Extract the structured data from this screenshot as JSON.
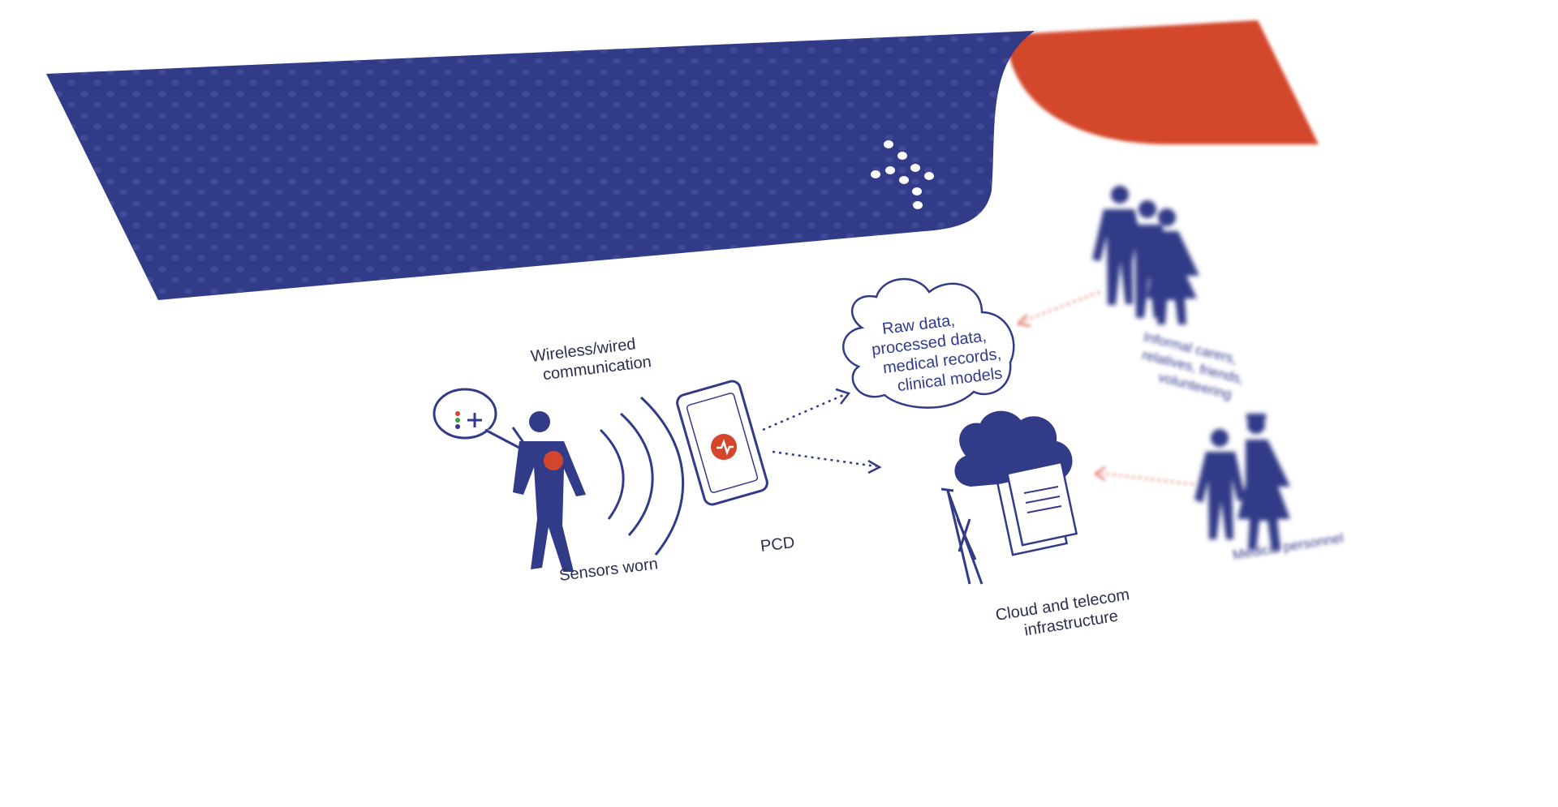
{
  "labels": {
    "communication": [
      "Wireless/wired",
      "communication"
    ],
    "sensors": "Sensors worn",
    "pcd": "PCD",
    "cloud_data": [
      "Raw data,",
      "processed data,",
      "medical records,",
      "clinical models"
    ],
    "infrastructure": [
      "Cloud and telecom",
      "infrastructure"
    ],
    "informal_carers": [
      "Informal carers,",
      "relatives, friends,",
      "volunteering"
    ],
    "medical_personnel": "Medical personnel"
  },
  "colors": {
    "navy": "#323b87",
    "orange": "#d3462b",
    "arrow_blue": "#323b87",
    "arrow_red": "#e0705a"
  },
  "icons": {
    "logo": "cross-dots-icon",
    "person": "person-with-sensor-icon",
    "phone": "smartphone-heart-icon",
    "cloud": "data-cloud-icon",
    "tower": "telecom-tower-icon",
    "family": "family-group-icon",
    "medical": "medical-staff-icon"
  }
}
